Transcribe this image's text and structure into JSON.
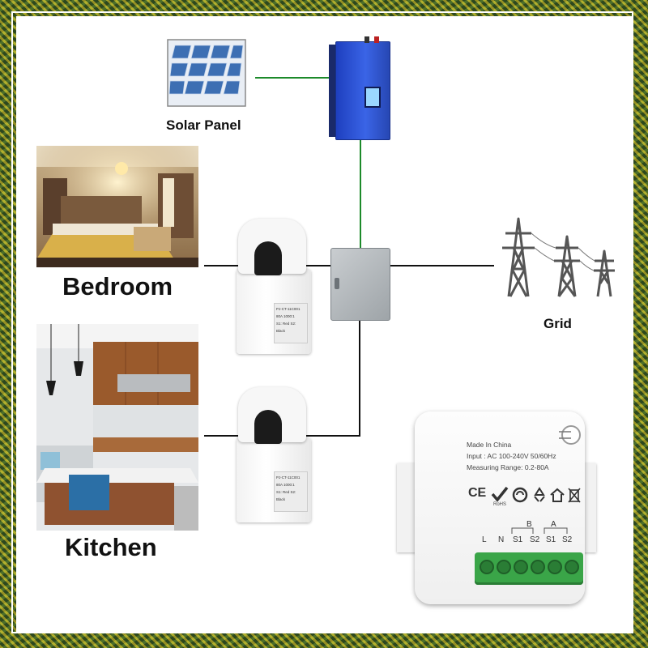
{
  "labels": {
    "solar_panel": "Solar Panel",
    "bedroom": "Bedroom",
    "kitchen": "Kitchen",
    "grid": "Grid"
  },
  "ct_sticker": {
    "line1": "PJ-CT-11C001",
    "line2": "80A 1000:1",
    "line3": "S1: Red  S2: Black"
  },
  "meter": {
    "made_in": "Made In China",
    "input": "Input : AC 100-240V 50/60Hz",
    "range": "Measuring Range: 0.2-80A",
    "rohs": "RoHS",
    "terminals": [
      "L",
      "N",
      "S1",
      "S2",
      "S1",
      "S2"
    ],
    "group_b": "B",
    "group_a": "A",
    "ce": "CE"
  },
  "colors": {
    "ac_wire": "#111111",
    "dc_wire": "#1c8a2a",
    "inverter_blue": "#2f56d6",
    "terminal_green": "#3aa548",
    "tower": "#555555"
  }
}
